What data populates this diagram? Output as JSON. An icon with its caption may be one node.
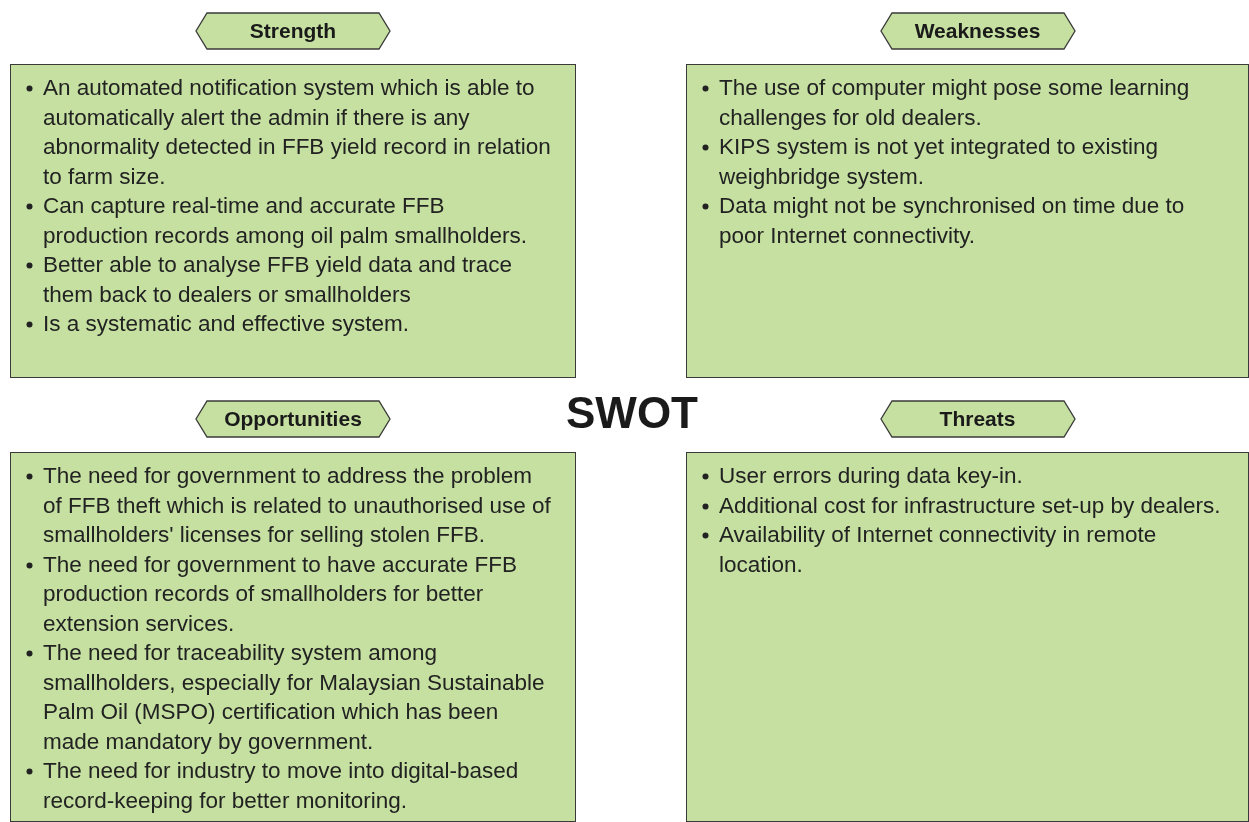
{
  "diagram": {
    "title": "SWOT",
    "nodes": [
      {
        "text": [
          "Strength",
          "An automated notification system which is able to automatically alert the admin if there is any abnormality detected in FFB yield record in relation to farm size.",
          "Can capture real-time and accurate FFB production records among oil palm smallholders.",
          "Better able to analyse FFB yield data and trace them back to dealers or smallholders",
          "Is a systematic and effective system."
        ]
      },
      {
        "text": [
          "Weaknesses",
          "The use of computer might pose some learning challenges for old dealers.",
          "KIPS system is not yet integrated to existing weighbridge system.",
          "Data might not be synchronised on time due to poor Internet connectivity."
        ]
      },
      {
        "text": [
          "Opportunities",
          "The need for government to address the problem of FFB theft which is related to unauthorised use of smallholders' licenses for selling stolen FFB.",
          "The need for government to have accurate FFB production records of smallholders for better extension services.",
          "The need for traceability system among smallholders, especially for Malaysian Sustainable Palm Oil (MSPO) certification which has been made mandatory by government.",
          "The need for industry to move into digital-based record-keeping for better monitoring."
        ]
      },
      {
        "text": [
          "Threats",
          "User errors during data key-in.",
          "Additional cost for infrastructure set-up by dealers.",
          "Availability of Internet connectivity in remote location."
        ]
      }
    ],
    "edges": []
  }
}
